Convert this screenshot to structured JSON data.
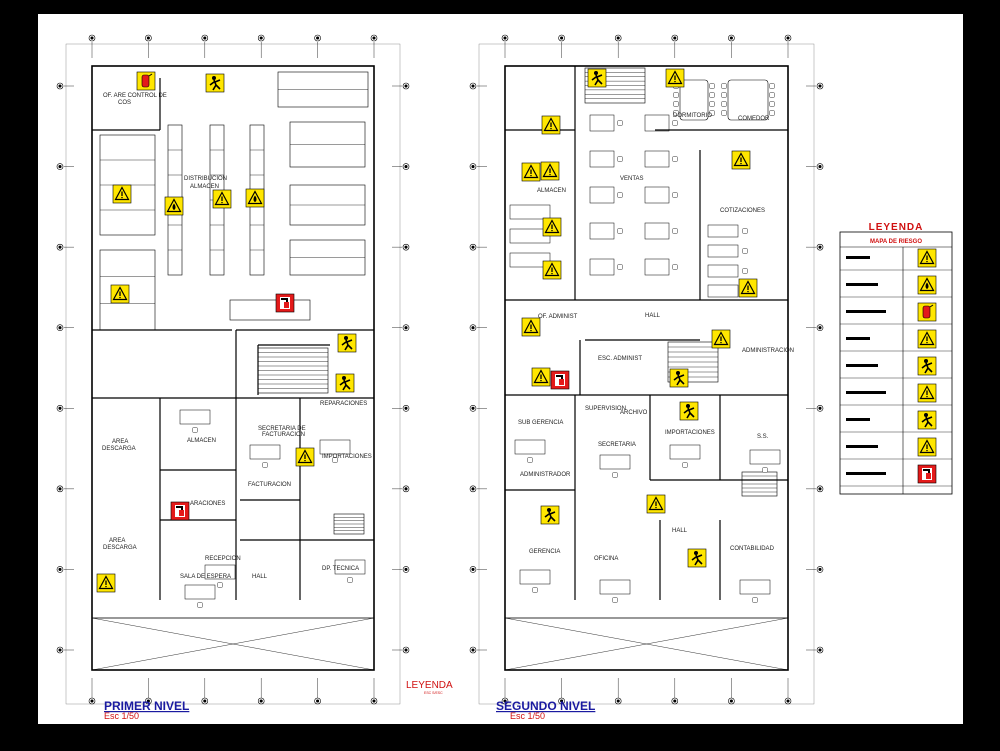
{
  "floor1": {
    "title": "PRIMER NIVEL",
    "scale": "Esc 1/50",
    "rooms": {
      "control": "OF. ARE CONTROL DE",
      "control2": "COS",
      "dist": "DISTRIBUCION",
      "almacen_top": "ALMACEN",
      "area_desc1": "AREA",
      "area_desc1b": "DESCARGA",
      "almacen": "ALMACEN",
      "secretaria": "SECRETARIA DE",
      "facturacion_sub": "FACTURACION",
      "reparaciones": "REPARACIONES",
      "importaciones": "IMPORTACIONES",
      "facturacion": "FACTURACION",
      "area_desc2": "AREA",
      "area_desc2b": "DESCARGA",
      "aciones": "ARACIONES",
      "recepcion": "RECEPCION",
      "sala": "SALA DE ESPERA",
      "hall": "HALL",
      "tecnica": "DP. TECNICA"
    },
    "legend_label": "LEYENDA",
    "legend_sub": "ESC S/ESC"
  },
  "floor2": {
    "title": "SEGUNDO NIVEL",
    "scale": "Esc 1/50",
    "rooms": {
      "dormitorio": "DORMITORIO",
      "comedor": "COMEDOR",
      "almacen": "ALMACEN",
      "ventas": "VENTAS",
      "cotizaciones": "COTIZACIONES",
      "of_admin": "OF. ADMINIST",
      "hall": "HALL",
      "esc_admin": "ESC. ADMINIST",
      "administracion": "ADMINISTRACION",
      "supervision": "SUPERVISION",
      "gerencia": "SUB GERENCIA",
      "secretaria": "SECRETARIA",
      "importaciones": "IMPORTACIONES",
      "ss": "S.S.",
      "administrador": "ADMINISTRADOR",
      "gerencia2": "GERENCIA",
      "oficina": "OFICINA",
      "hall2": "HALL",
      "contabilidad": "CONTABILIDAD",
      "archivo": "ARCHIVO"
    }
  },
  "legend": {
    "title": "LEYENDA",
    "subtitle": "MAPA DE RIESGO",
    "rows": [
      {
        "icon": "warning-triangle-icon"
      },
      {
        "icon": "fire-hazard-icon"
      },
      {
        "icon": "fire-extinguisher-icon"
      },
      {
        "icon": "mask-required-icon"
      },
      {
        "icon": "first-aid-icon"
      },
      {
        "icon": "face-shield-icon"
      },
      {
        "icon": "electrical-hazard-icon"
      },
      {
        "icon": "emergency-exit-icon"
      },
      {
        "icon": "fire-alarm-icon"
      }
    ]
  },
  "colors": {
    "sign_yellow": "#ffe600",
    "sign_red": "#e41a1a",
    "title_blue": "#1a1aa0",
    "scale_red": "#d01010",
    "legend_red": "#d01010"
  }
}
